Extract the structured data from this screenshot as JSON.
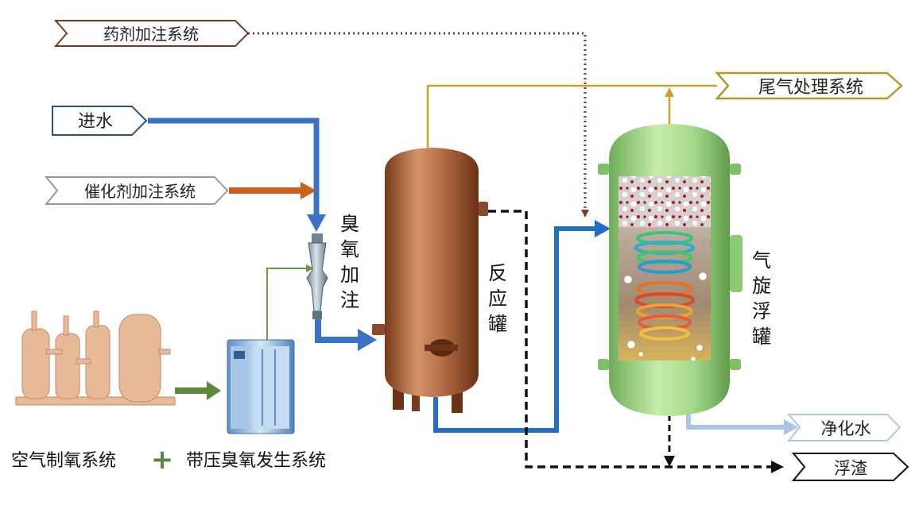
{
  "labels": {
    "chemical_dosing": "药剂加注系统",
    "water_inlet": "进水",
    "catalyst_dosing": "催化剂加注系统",
    "tail_gas": "尾气处理系统",
    "purified_water": "净化水",
    "scum": "浮渣",
    "ozone_injection": [
      "臭",
      "氧",
      "加",
      "注"
    ],
    "reactor": [
      "反",
      "应",
      "罐"
    ],
    "flotation_tank": [
      "气",
      "旋",
      "浮",
      "罐"
    ],
    "air_oxygen_system": "空气制氧系统",
    "plus": "+",
    "ozone_generator_system": "带压臭氧发生系统"
  },
  "colors": {
    "chemical_line": "#7a3a20",
    "water_line": "#3a72c4",
    "catalyst_line": "#c8621c",
    "gas_line": "#c9a232",
    "ozone_line": "#6a9a3c",
    "green_arrow": "#5a8a3a",
    "purified_line": "#a9c8e6",
    "scum_line": "#111111",
    "reactor_body": "#b0693f",
    "flotation_body": "#a6d88a"
  }
}
